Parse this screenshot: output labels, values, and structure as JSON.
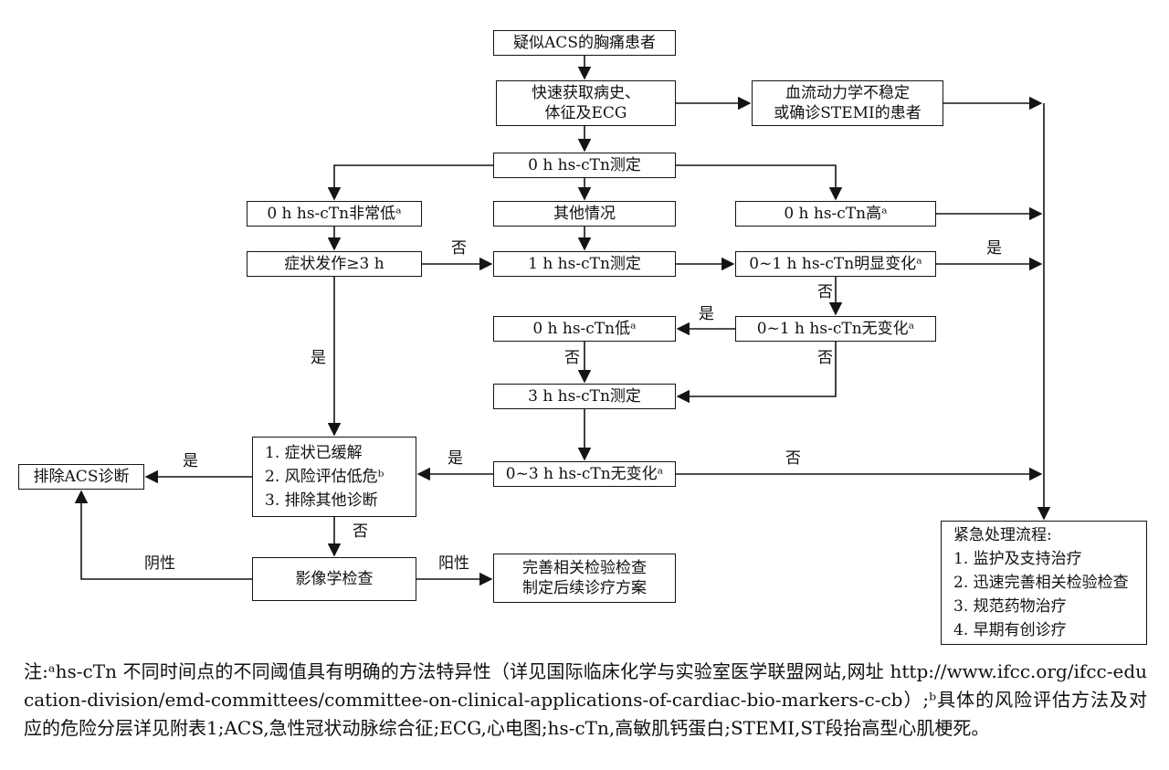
{
  "diagram": {
    "nodes": {
      "start": "疑似ACS的胸痛患者",
      "history": "快速获取病史、\n体征及ECG",
      "stemi": "血流动力学不稳定\n或确诊STEMI的患者",
      "t0": "0 h hs-cTn测定",
      "very_low": "0 h hs-cTn非常低ᵃ",
      "other": "其他情况",
      "high": "0 h hs-cTn高ᵃ",
      "onset": "症状发作≥3 h",
      "t1": "1 h hs-cTn测定",
      "change01": "0~1 h hs-cTn明显变化ᵃ",
      "low0": "0 h hs-cTn低ᵃ",
      "nochange01": "0~1 h hs-cTn无变化ᵃ",
      "t3": "3 h hs-cTn测定",
      "nochange03": "0~3 h hs-cTn无变化ᵃ",
      "criteria": "1. 症状已缓解\n2. 风险评估低危ᵇ\n3. 排除其他诊断",
      "exclude": "排除ACS诊断",
      "imaging": "影像学检查",
      "followup": "完善相关检验检查\n制定后续诊疗方案",
      "emergency": "紧急处理流程:\n1. 监护及支持治疗\n2. 迅速完善相关检验检查\n3. 规范药物治疗\n4. 早期有创诊疗"
    },
    "edge_labels": {
      "onset_no": "否",
      "onset_yes": "是",
      "change01_yes": "是",
      "change01_no": "否",
      "nochange01_yes": "是",
      "nochange01_no": "否",
      "low0_no": "否",
      "nochange03_yes": "是",
      "nochange03_no": "否",
      "criteria_yes": "是",
      "criteria_no": "否",
      "imaging_negative": "阴性",
      "imaging_positive": "阳性"
    },
    "note": "注:ᵃhs-cTn 不同时间点的不同阈值具有明确的方法特异性（详见国际临床化学与实验室医学联盟网站,网址 http://www.ifcc.org/ifcc-education-division/emd-committees/committee-on-clinical-applications-of-cardiac-bio-markers-c-cb）;ᵇ具体的风险评估方法及对应的危险分层详见附表1;ACS,急性冠状动脉综合征;ECG,心电图;hs-cTn,高敏肌钙蛋白;STEMI,ST段抬高型心肌梗死。"
  }
}
